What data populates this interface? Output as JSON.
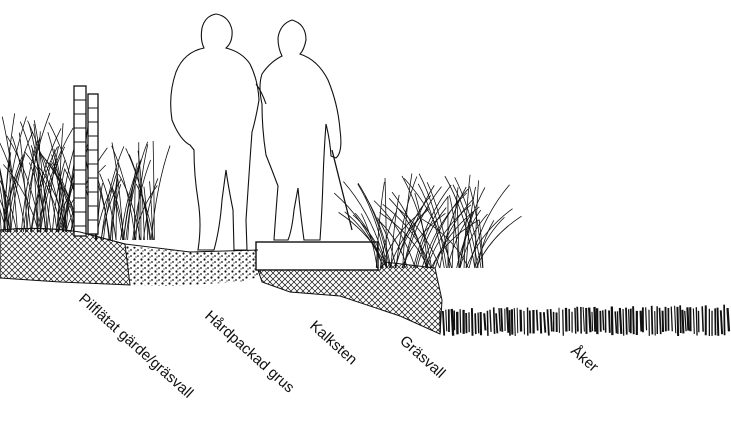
{
  "figure": {
    "type": "cross-section sketch",
    "ink_color": "#111111",
    "background": "#ffffff"
  },
  "labels": {
    "fence": "Pilflätat gärde/gräsvall",
    "gravel": "Hårdpackad grus",
    "limestone": "Kalksten",
    "grass": "Gräsvall",
    "field": "Åker"
  },
  "layers": [
    {
      "key": "fence",
      "material": "earth crosshatch with grass",
      "icon": "wattle-fence-icon"
    },
    {
      "key": "gravel",
      "material": "stippled gravel"
    },
    {
      "key": "limestone",
      "material": "limestone slab"
    },
    {
      "key": "grass",
      "material": "tall grass tuft"
    },
    {
      "key": "field",
      "material": "ploughed field stripes"
    }
  ],
  "figures": {
    "count": 2,
    "description_icon": "walking-couple-icon"
  }
}
